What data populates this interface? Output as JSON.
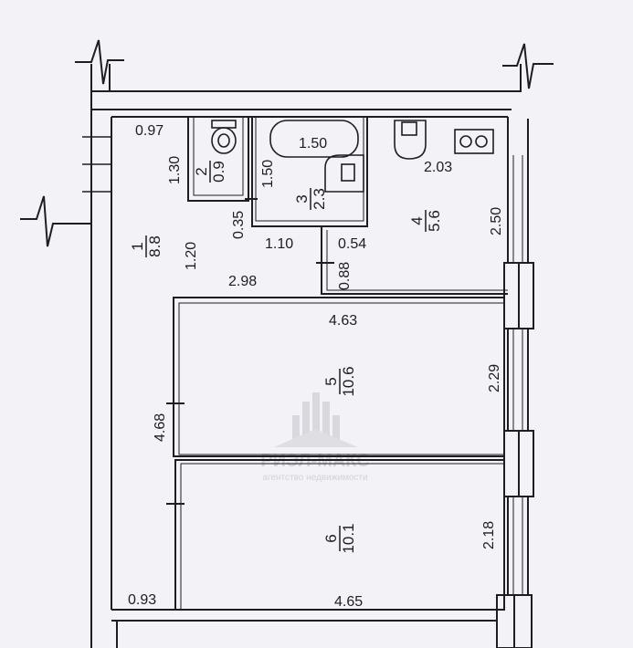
{
  "plan": {
    "dimensions": {
      "d097": "0.97",
      "d130": "1.30",
      "d150a": "1.50",
      "d150b": "1.50",
      "d203": "2.03",
      "d250": "2.50",
      "d035": "0.35",
      "d110": "1.10",
      "d054": "0.54",
      "d088": "0.88",
      "d120": "1.20",
      "d298": "2.98",
      "d463": "4.63",
      "d229": "2.29",
      "d468": "4.68",
      "d218": "2.18",
      "d093": "0.93",
      "d465": "4.65"
    },
    "rooms": [
      {
        "num": "1",
        "area": "8.8"
      },
      {
        "num": "2",
        "area": "0.9"
      },
      {
        "num": "3",
        "area": "2.3"
      },
      {
        "num": "4",
        "area": "5.6"
      },
      {
        "num": "5",
        "area": "10.6"
      },
      {
        "num": "6",
        "area": "10.1"
      }
    ],
    "watermark": {
      "brand": "РИЭЛ-МАКС",
      "tagline": "агентство недвижимости"
    }
  }
}
